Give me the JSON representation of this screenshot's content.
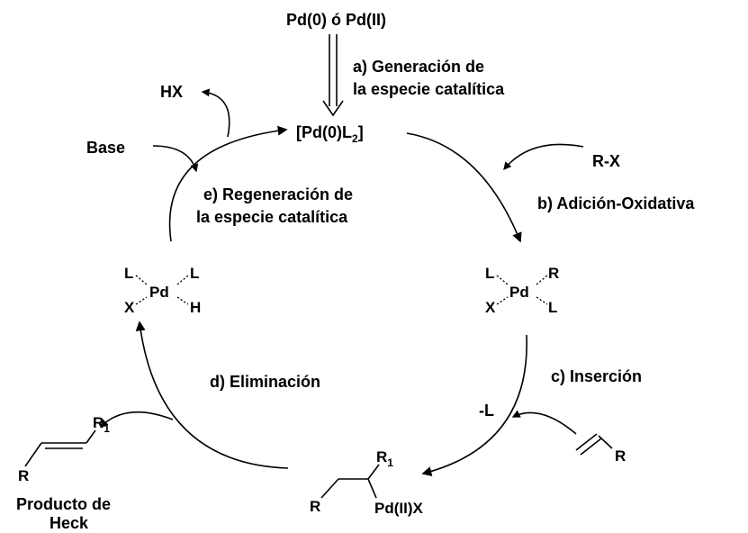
{
  "start": {
    "label": "Pd(0) ó Pd(II)"
  },
  "catalyst": {
    "pre": "[Pd(0)L",
    "sub": "2",
    "post": "]"
  },
  "steps": {
    "a_line1": "a)  Generación  de",
    "a_line2": "la especie catalítica",
    "b": "b) Adición-Oxidativa",
    "c": "c) Inserción",
    "d": "d) Eliminación",
    "e_line1": "e) Regeneración de",
    "e_line2": "la especie catalítica"
  },
  "reagents": {
    "hx": "HX",
    "base": "Base",
    "rx": "R-X",
    "minus_l": "-L",
    "alkene_r": "R"
  },
  "complex_oxadd": {
    "l1": "L",
    "r": "R",
    "x": "X",
    "pd": "Pd",
    "l2": "L"
  },
  "complex_hydride": {
    "l1": "L",
    "l2": "L",
    "x": "X",
    "pd": "Pd",
    "h": "H"
  },
  "insertion_product": {
    "r1": "R",
    "r1_sub": "1",
    "r": "R",
    "pdx": "Pd(II)X"
  },
  "heck_product": {
    "r1": "R",
    "r1_sub": "1",
    "r": "R",
    "name_line1": "Producto de",
    "name_line2": "Heck"
  }
}
